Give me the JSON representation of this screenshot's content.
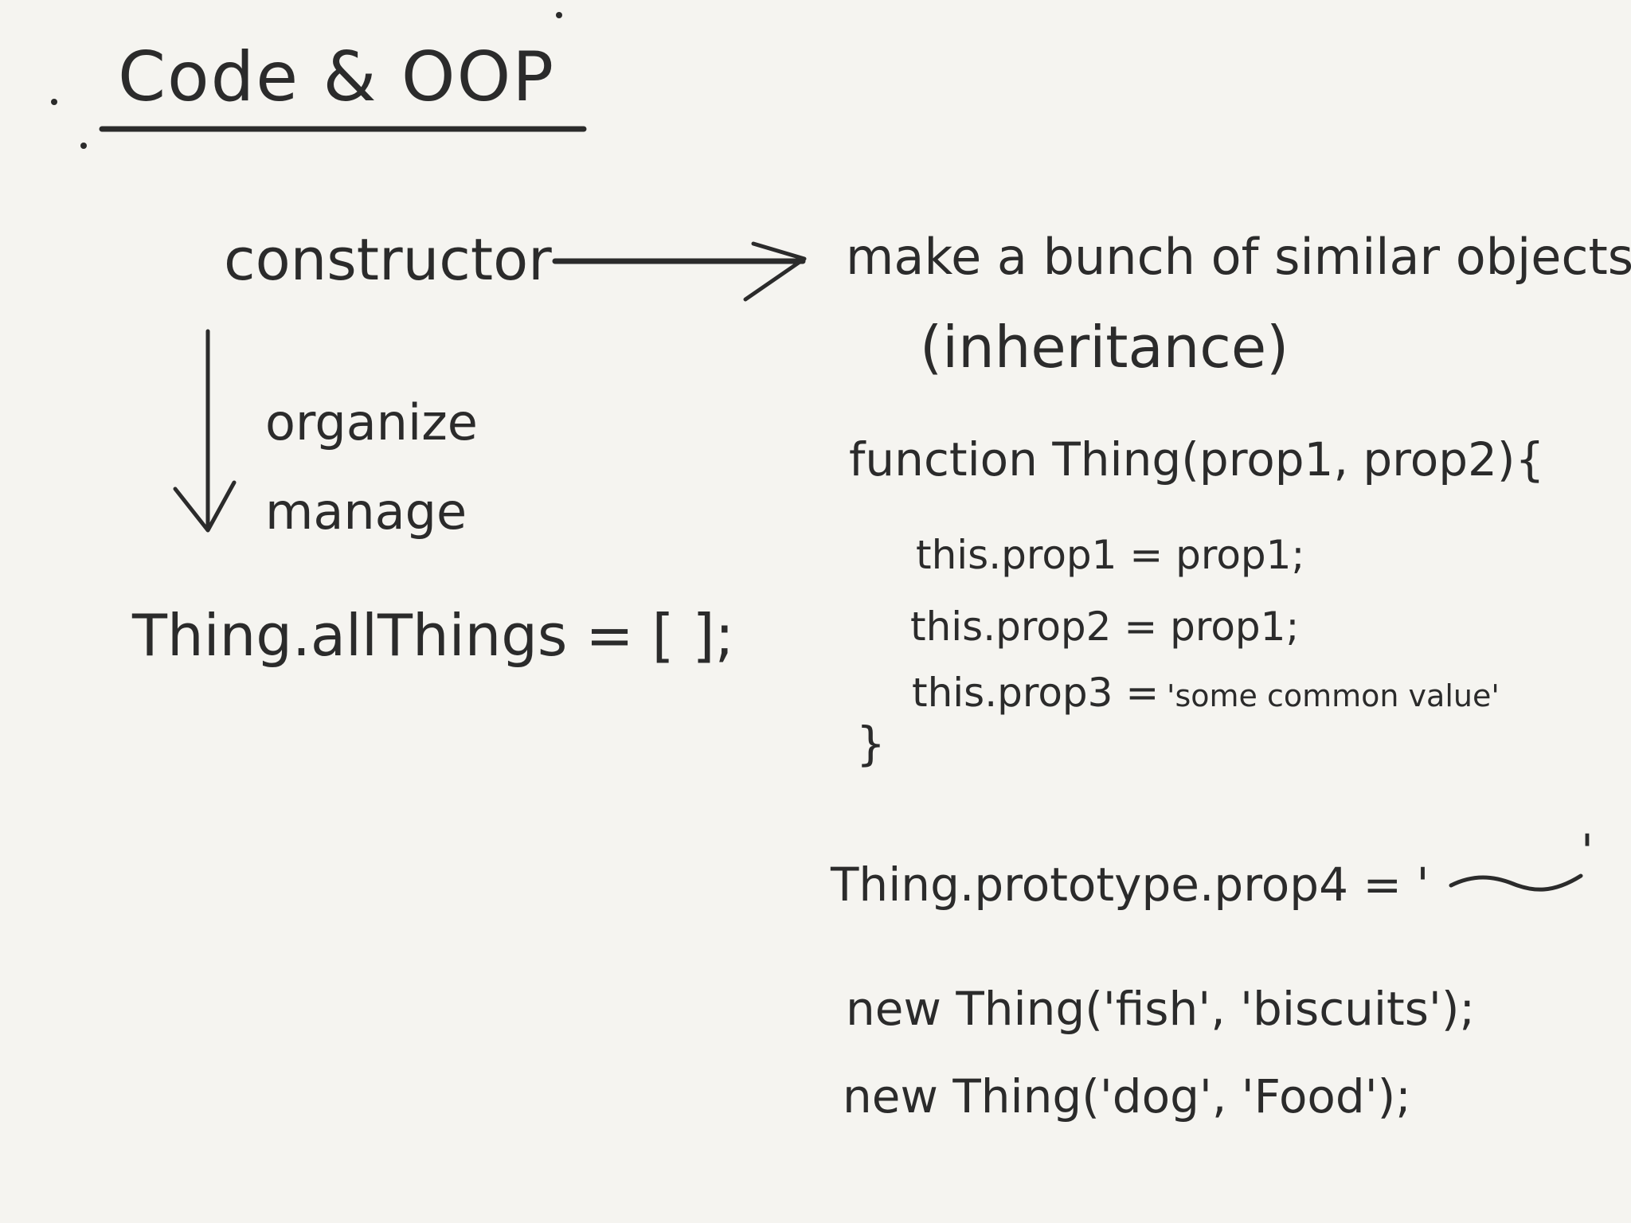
{
  "title": "Code & OOP",
  "left": {
    "constructor": "constructor",
    "organize": "organize",
    "manage": "manage",
    "all_things": "Thing.allThings = [ ];"
  },
  "right": {
    "make_objects": "make a bunch of similar objects",
    "inheritance": "(inheritance)",
    "function_decl": "function Thing(prop1, prop2){",
    "line1": "this.prop1 = prop1;",
    "line2": "this.prop2 = prop1;",
    "line3_start": "this.prop3 =",
    "line3_value": "'some common value'",
    "close_brace": "}",
    "prototype": "Thing.prototype.prop4 = '",
    "prototype_end": "'",
    "new_thing_1": "new Thing('fish', 'biscuits');",
    "new_thing_2": "new Thing('dog', 'Food');"
  },
  "colors": {
    "background": "#f5f4f0",
    "ink": "#2b2b2b"
  }
}
